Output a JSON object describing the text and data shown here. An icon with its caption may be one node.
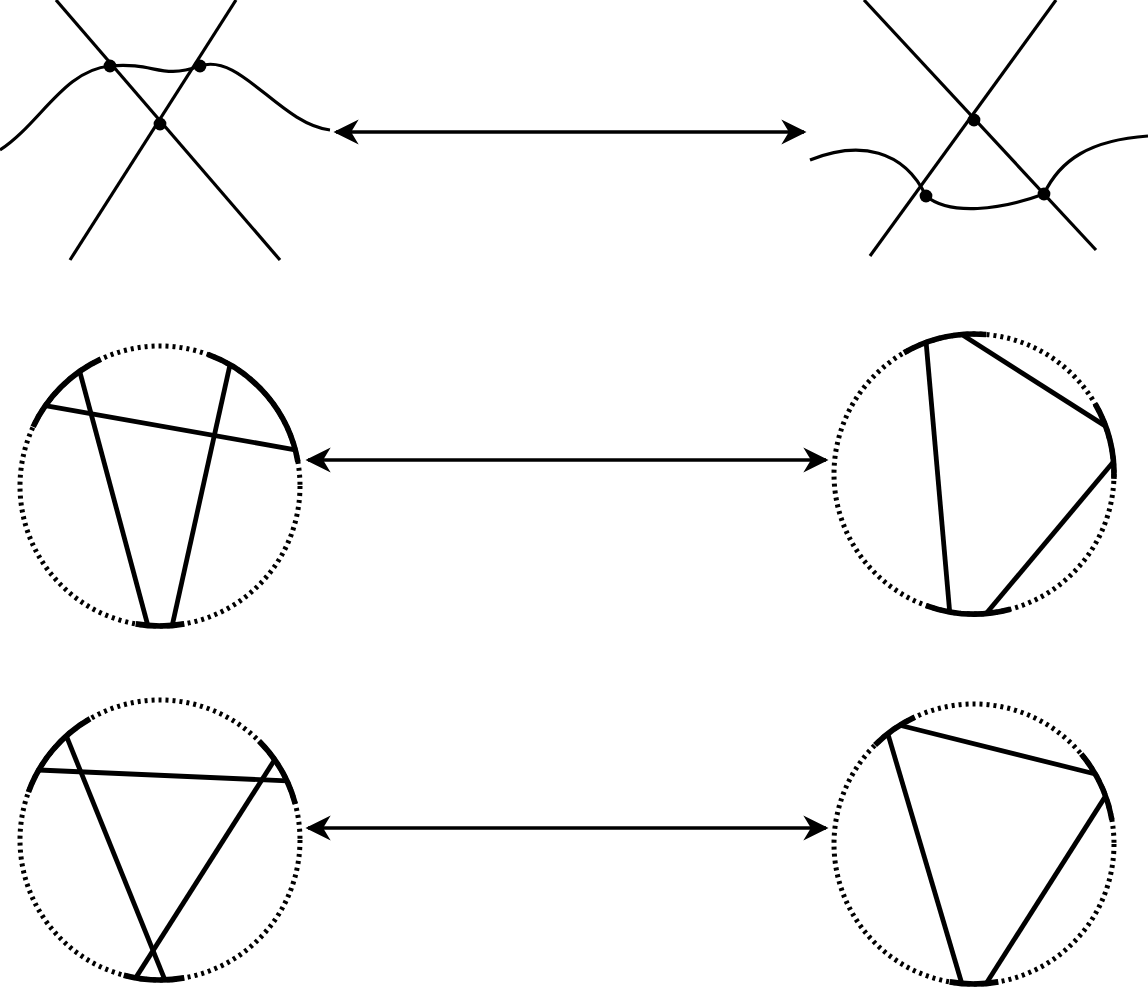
{
  "diagram": {
    "nodes": [
      {
        "text": [],
        "shape": "picture"
      },
      {
        "text": [],
        "shape": "picture"
      },
      {
        "text": [],
        "shape": "picture"
      },
      {
        "text": [],
        "shape": "picture"
      },
      {
        "text": [],
        "shape": "picture"
      },
      {
        "text": [],
        "shape": "picture"
      }
    ],
    "edges": [
      {
        "from": 0,
        "to": 1,
        "arrow": "both"
      },
      {
        "from": 2,
        "to": 3,
        "arrow": "both"
      },
      {
        "from": 4,
        "to": 5,
        "arrow": "both"
      }
    ]
  }
}
